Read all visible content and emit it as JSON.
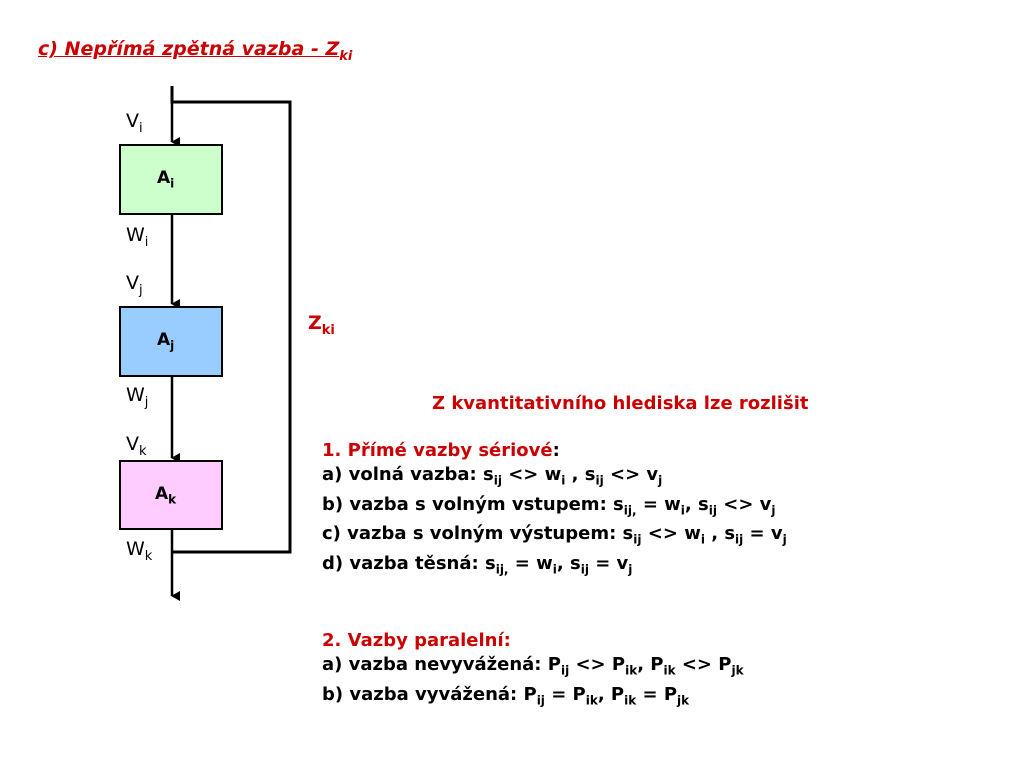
{
  "title": {
    "main": "c) Nepřímá zpětná vazba - Z",
    "sub": "ki"
  },
  "diagram": {
    "box_i": {
      "label": "A",
      "sub": "i",
      "color": "#ccffcc"
    },
    "box_j": {
      "label": "A",
      "sub": "j",
      "color": "#99ccff"
    },
    "box_k": {
      "label": "A",
      "sub": "k",
      "color": "#ffccff"
    },
    "v_i": {
      "main": "V",
      "sub": "i"
    },
    "w_i": {
      "main": "W",
      "sub": "i"
    },
    "v_j": {
      "main": "V",
      "sub": "j"
    },
    "w_j": {
      "main": "W",
      "sub": "j"
    },
    "v_k": {
      "main": "V",
      "sub": "k"
    },
    "w_k": {
      "main": "W",
      "sub": "k"
    },
    "feedback": {
      "main": "Z",
      "sub": "ki"
    }
  },
  "heading": "Z kvantitativního hlediska lze rozlišit",
  "section1": {
    "title": "1. Přímé vazby sériové",
    "colon": ":",
    "a": {
      "p1": "a) volná vazba:    s",
      "s1": "ij",
      "p2": " <> w",
      "s2": "i",
      "p3": " ,   s",
      "s3": "ij",
      "p4": " <> v",
      "s4": "j"
    },
    "b": {
      "p1": "b) vazba s volným vstupem: s",
      "s1": "ij,",
      "p2": " =  w",
      "s2": "i",
      "p3": ",   s",
      "s3": "ij",
      "p4": " <> v",
      "s4": "j"
    },
    "c": {
      "p1": "c) vazba s volným výstupem:  s",
      "s1": "ij",
      "p2": " <> w",
      "s2": "i",
      "p3": " ,   s",
      "s3": "ij",
      "p4": " =  v",
      "s4": "j"
    },
    "d": {
      "p1": "d) vazba těsná: s",
      "s1": "ij,",
      "p2": " =  w",
      "s2": "i",
      "p3": ",   s",
      "s3": "ij",
      "p4": " =  v",
      "s4": "j"
    }
  },
  "section2": {
    "title": "2. Vazby paralelní:",
    "a": {
      "p1": "a) vazba nevyvážená:  P",
      "s1": "ij",
      "p2": " <>  P",
      "s2": "ik",
      "p3": ", P",
      "s3": "ik",
      "p4": " <>  P",
      "s4": "jk"
    },
    "b": {
      "p1": "b) vazba vyvážená: P",
      "s1": "ij",
      "p2": "  =  P",
      "s2": "ik",
      "p3": ", P",
      "s3": "ik",
      "p4": "  =   P",
      "s4": "jk"
    }
  }
}
